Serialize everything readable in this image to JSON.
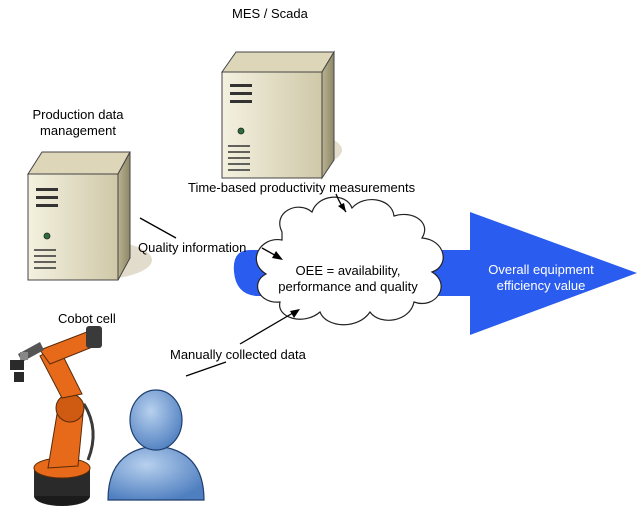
{
  "labels": {
    "mes": "MES / Scada",
    "pdm_line1": "Production data",
    "pdm_line2": "management",
    "cobot": "Cobot cell",
    "time_based": "Time-based productivity measurements",
    "quality": "Quality information",
    "manual": "Manually collected data",
    "oee_line1": "OEE = availability,",
    "oee_line2": "performance and quality",
    "output_line1": "Overall equipment",
    "output_line2": "efficiency value"
  },
  "icons": {
    "server_top": "server-icon",
    "server_left": "server-icon",
    "robot": "industrial-robot-icon",
    "person": "person-icon",
    "cloud": "cloud-shape",
    "arrow": "block-arrow"
  },
  "colors": {
    "arrow_blue": "#2b5cf0",
    "person_blue": "#6f9fd8",
    "robot_orange": "#e66a1a",
    "server_beige": "#e9e4cc"
  }
}
